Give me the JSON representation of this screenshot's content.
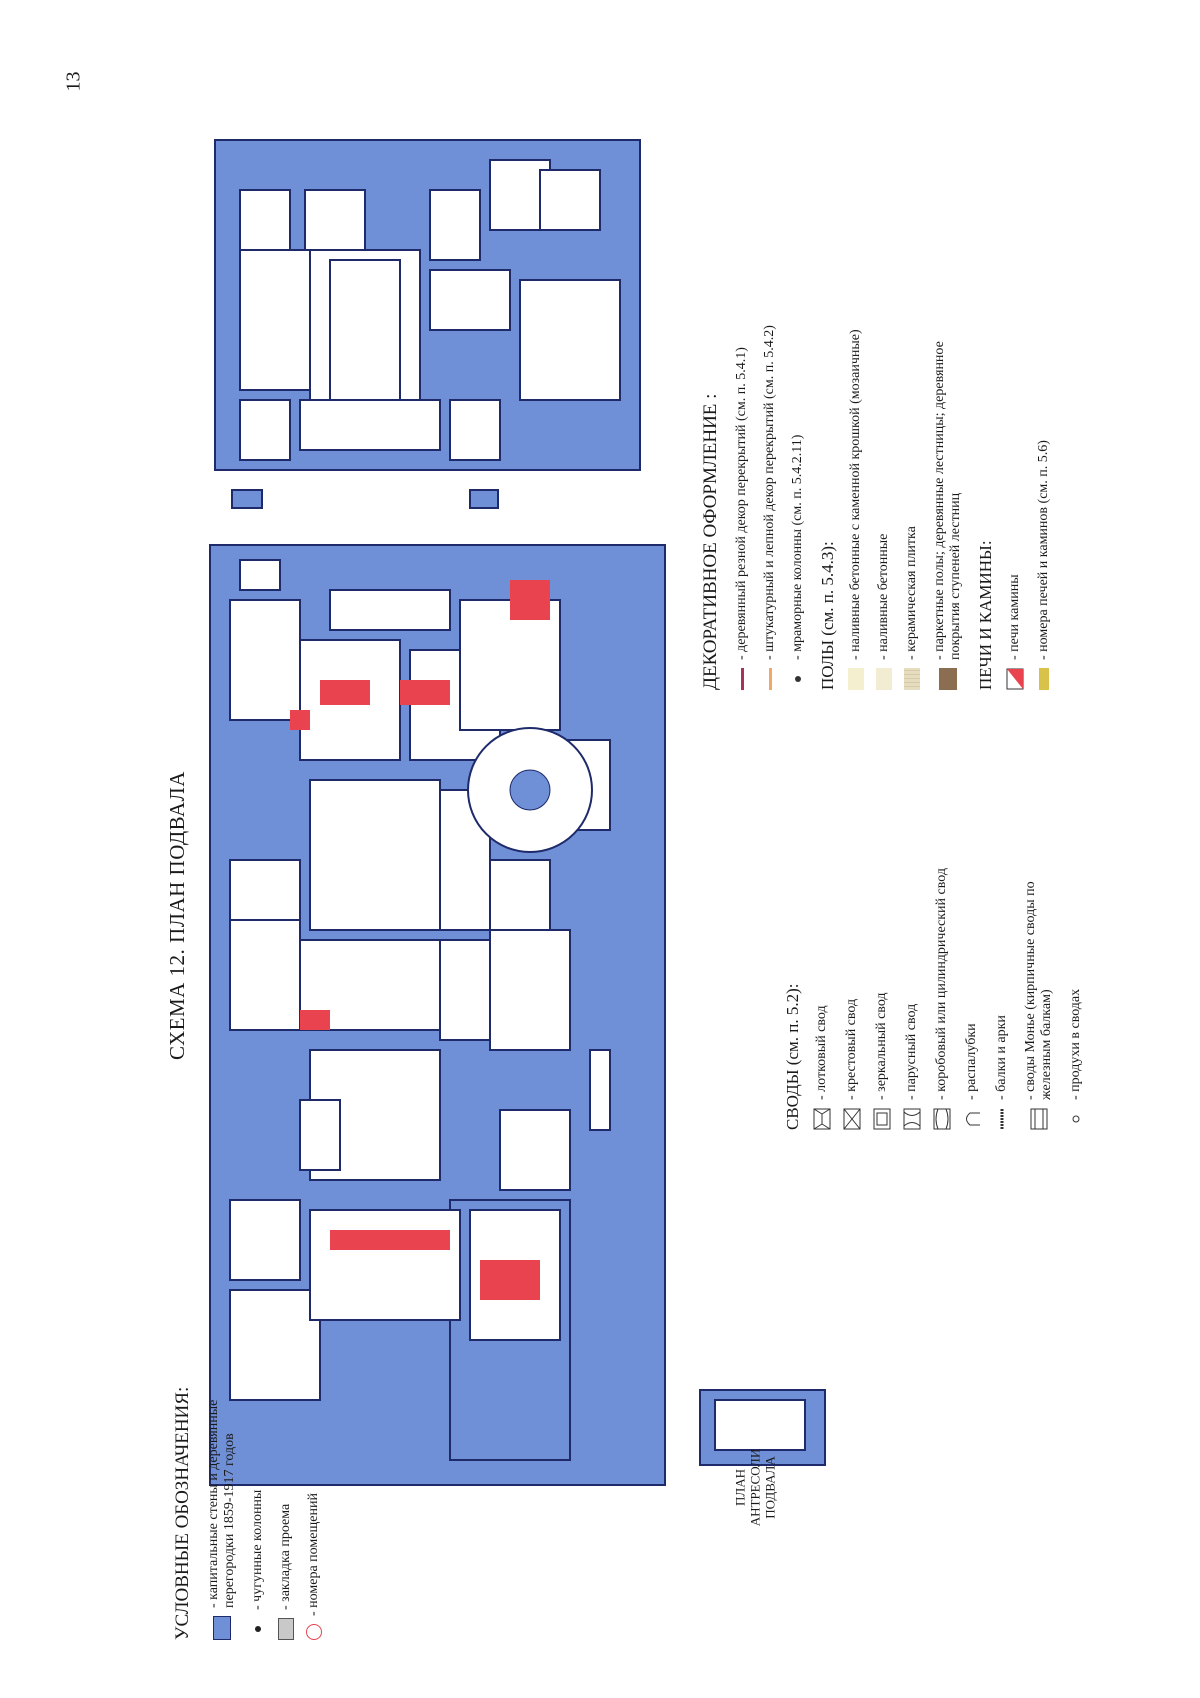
{
  "page_number": "13",
  "title": "СХЕМА 12. ПЛАН ПОДВАЛА",
  "mezzanine_title": [
    "ПЛАН",
    "АНТРЕСОЛИ",
    "ПОДВАЛА"
  ],
  "legend_main": {
    "title": "УСЛОВНЫЕ ОБОЗНАЧЕНИЯ:",
    "items": [
      "- капитальные стены и деревянные перегородки 1859-1917 годов",
      "- чугунные колонны",
      "- закладка проема",
      "- номера помещений"
    ]
  },
  "legend_vaults": {
    "title": "СВОДЫ (см. п. 5.2):",
    "items": [
      "- лотковый свод",
      "- крестовый свод",
      "- зеркальный свод",
      "- парусный свод",
      "- коробовый или цилиндрический свод",
      "- распалубки",
      "- балки и арки",
      "- своды Монье (кирпичные своды по железным балкам)",
      "- продухи в сводах"
    ]
  },
  "legend_decor": {
    "title": "ДЕКОРАТИВНОЕ ОФОРМЛЕНИЕ :",
    "items": [
      "- деревянный резной декор перекрытий (см. п. 5.4.1)",
      "- штукатурный и лепной декор перекрытий (см. п. 5.4.2)",
      "- мраморные колонны (см. п. 5.4.2.11)"
    ],
    "floors_title": "ПОЛЫ (см. п. 5.4.3):",
    "floors": [
      "- наливные бетонные с каменной крошкой (мозаичные)",
      "- наливные бетонные",
      "- керамическая плитка",
      "- паркетные полы; деревянные лестницы; деревянное покрытия ступеней лестниц"
    ],
    "stoves_title": "ПЕЧИ И КАМИНЫ:",
    "stoves": [
      "- печи камины",
      "- номера печей и каминов (см. п. 5.6)"
    ]
  },
  "colors": {
    "wall": "#6f8fd6",
    "wall_edge": "#1e2a6a",
    "stove": "#e8434f",
    "decor_wood": "#a8325a",
    "decor_stucco": "#f0a868",
    "floor_mosaic": "#f4efcf",
    "floor_concrete": "#f2ecd2",
    "floor_tile": "#e6dcc0",
    "floor_parquet": "#8b6e52"
  }
}
